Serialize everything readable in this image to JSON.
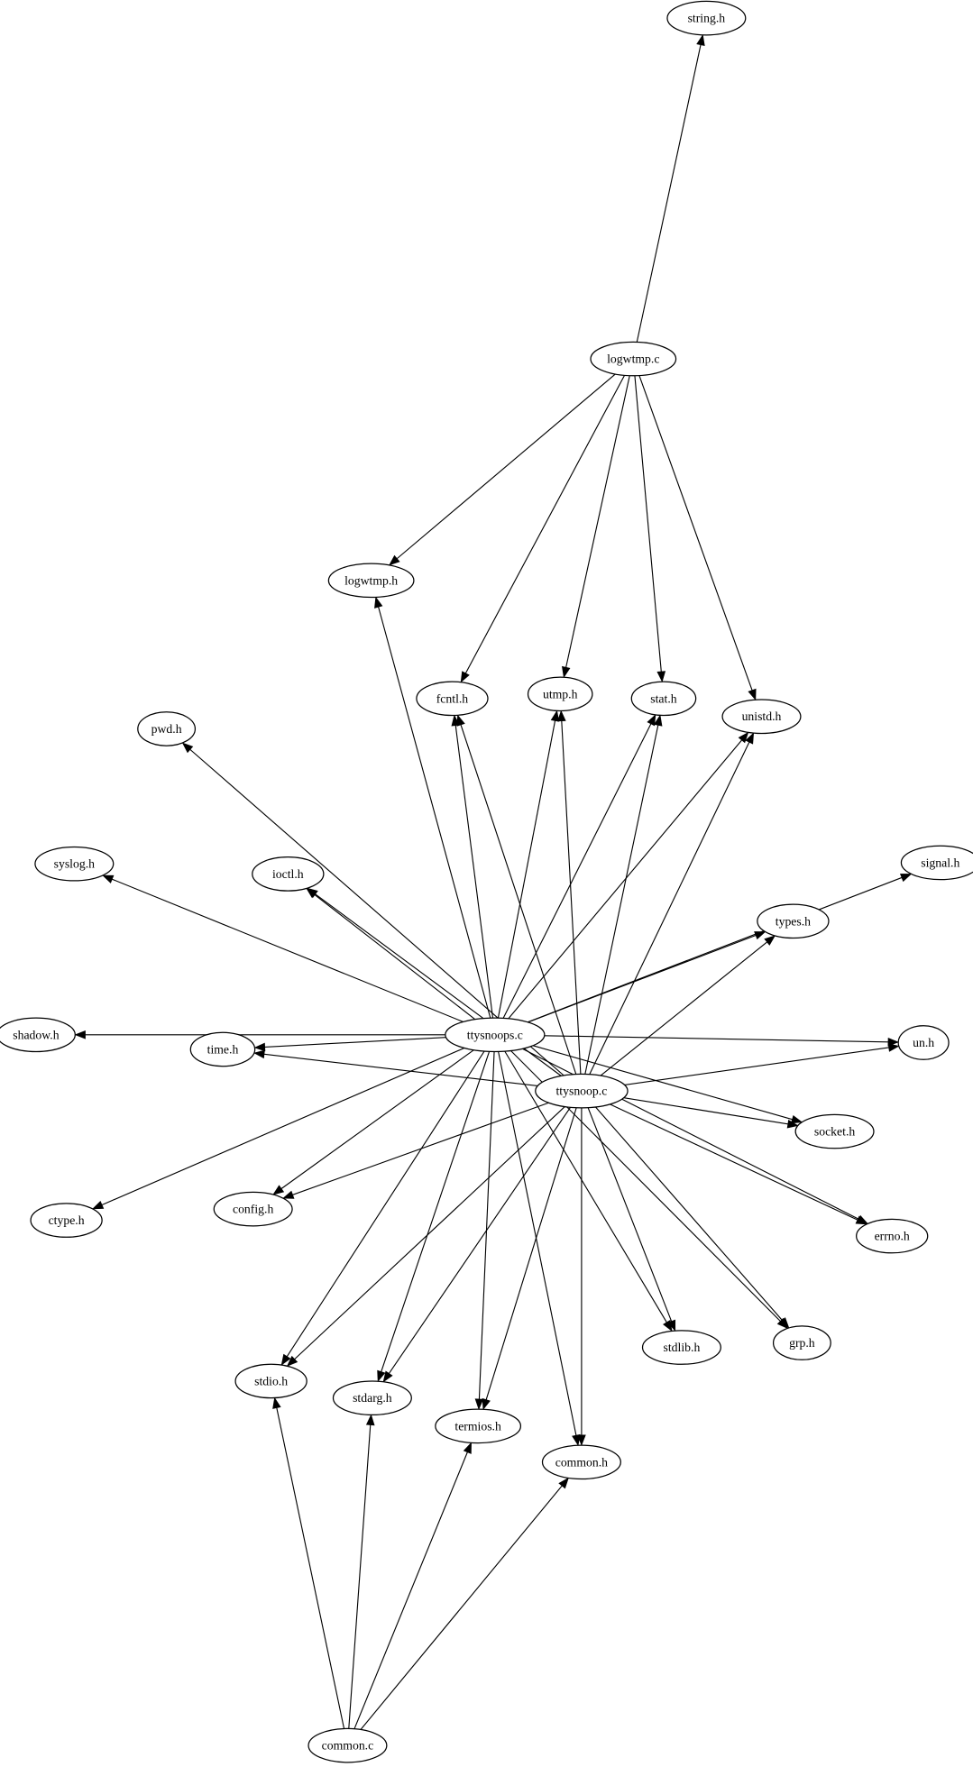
{
  "graph": {
    "nodes": [
      "string.h",
      "logwtmp.c",
      "logwtmp.h",
      "fcntl.h",
      "utmp.h",
      "stat.h",
      "unistd.h",
      "pwd.h",
      "syslog.h",
      "ioctl.h",
      "signal.h",
      "types.h",
      "shadow.h",
      "time.h",
      "ttysnoops.c",
      "ttysnoop.c",
      "un.h",
      "socket.h",
      "errno.h",
      "ctype.h",
      "config.h",
      "stdio.h",
      "stdarg.h",
      "termios.h",
      "common.h",
      "stdlib.h",
      "grp.h",
      "common.c"
    ],
    "edges": [
      [
        "logwtmp.c",
        "string.h"
      ],
      [
        "logwtmp.c",
        "logwtmp.h"
      ],
      [
        "logwtmp.c",
        "fcntl.h"
      ],
      [
        "logwtmp.c",
        "utmp.h"
      ],
      [
        "logwtmp.c",
        "stat.h"
      ],
      [
        "logwtmp.c",
        "unistd.h"
      ],
      [
        "ttysnoops.c",
        "logwtmp.h"
      ],
      [
        "ttysnoops.c",
        "fcntl.h"
      ],
      [
        "ttysnoops.c",
        "utmp.h"
      ],
      [
        "ttysnoops.c",
        "stat.h"
      ],
      [
        "ttysnoops.c",
        "unistd.h"
      ],
      [
        "ttysnoops.c",
        "syslog.h"
      ],
      [
        "ttysnoops.c",
        "ioctl.h"
      ],
      [
        "ttysnoops.c",
        "types.h"
      ],
      [
        "ttysnoops.c",
        "signal.h"
      ],
      [
        "ttysnoops.c",
        "shadow.h"
      ],
      [
        "ttysnoops.c",
        "time.h"
      ],
      [
        "ttysnoops.c",
        "un.h"
      ],
      [
        "ttysnoops.c",
        "socket.h"
      ],
      [
        "ttysnoops.c",
        "errno.h"
      ],
      [
        "ttysnoops.c",
        "ctype.h"
      ],
      [
        "ttysnoops.c",
        "config.h"
      ],
      [
        "ttysnoops.c",
        "stdio.h"
      ],
      [
        "ttysnoops.c",
        "stdarg.h"
      ],
      [
        "ttysnoops.c",
        "termios.h"
      ],
      [
        "ttysnoops.c",
        "common.h"
      ],
      [
        "ttysnoops.c",
        "stdlib.h"
      ],
      [
        "ttysnoops.c",
        "grp.h"
      ],
      [
        "ttysnoop.c",
        "pwd.h"
      ],
      [
        "ttysnoop.c",
        "ioctl.h"
      ],
      [
        "ttysnoop.c",
        "fcntl.h"
      ],
      [
        "ttysnoop.c",
        "utmp.h"
      ],
      [
        "ttysnoop.c",
        "stat.h"
      ],
      [
        "ttysnoop.c",
        "unistd.h"
      ],
      [
        "ttysnoop.c",
        "types.h"
      ],
      [
        "ttysnoop.c",
        "time.h"
      ],
      [
        "ttysnoop.c",
        "un.h"
      ],
      [
        "ttysnoop.c",
        "socket.h"
      ],
      [
        "ttysnoop.c",
        "errno.h"
      ],
      [
        "ttysnoop.c",
        "config.h"
      ],
      [
        "ttysnoop.c",
        "stdio.h"
      ],
      [
        "ttysnoop.c",
        "stdarg.h"
      ],
      [
        "ttysnoop.c",
        "termios.h"
      ],
      [
        "ttysnoop.c",
        "common.h"
      ],
      [
        "ttysnoop.c",
        "stdlib.h"
      ],
      [
        "ttysnoop.c",
        "grp.h"
      ],
      [
        "common.c",
        "stdio.h"
      ],
      [
        "common.c",
        "stdarg.h"
      ],
      [
        "common.c",
        "termios.h"
      ],
      [
        "common.c",
        "common.h"
      ]
    ]
  }
}
